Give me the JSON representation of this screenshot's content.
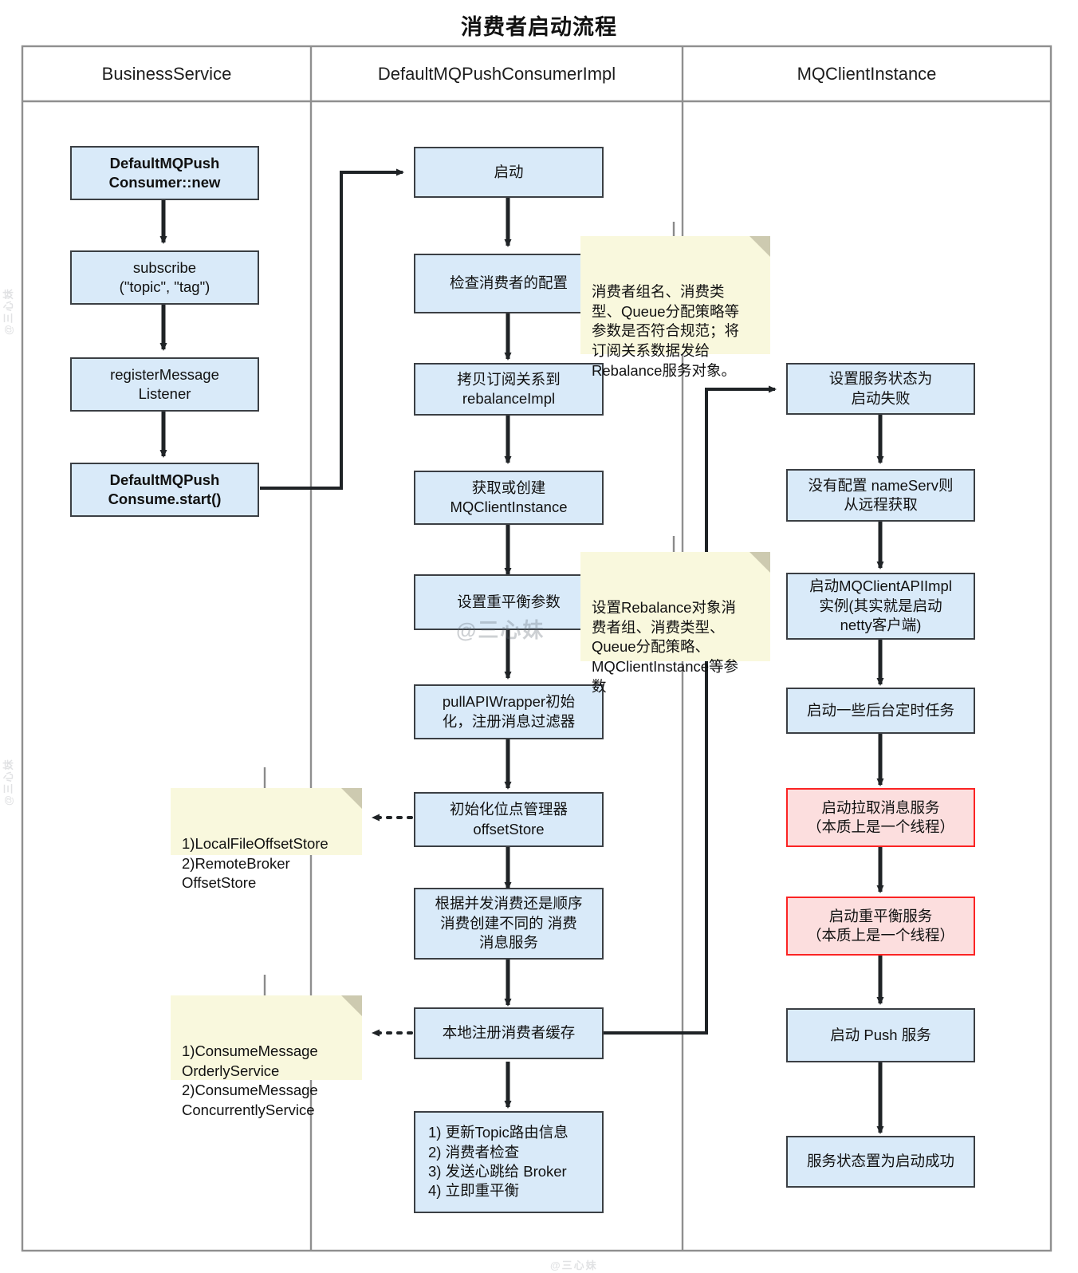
{
  "diagram": {
    "title": "消费者启动流程",
    "type": "swimlane-flowchart",
    "colors": {
      "node_fill": "#d9eaf9",
      "node_border": "#3b3f44",
      "highlight_fill": "#fcdede",
      "highlight_border": "#fb2424",
      "note_fill": "#f9f8dd",
      "note_fold": "#cdcab0",
      "lane_border": "#8f8f8f",
      "edge": "#1f2326"
    },
    "lanes": [
      {
        "id": "lane-business-service",
        "label": "BusinessService"
      },
      {
        "id": "lane-default-mq-push-consumer-impl",
        "label": "DefaultMQPushConsumerImpl"
      },
      {
        "id": "lane-mq-client-instance",
        "label": "MQClientInstance"
      }
    ],
    "nodes": [
      {
        "id": "n-consumer-new",
        "lane": 0,
        "style": "bold",
        "text": "DefaultMQPush\nConsumer::new"
      },
      {
        "id": "n-subscribe",
        "lane": 0,
        "style": "plain",
        "text": "subscribe\n(\"topic\", \"tag\")"
      },
      {
        "id": "n-register-listener",
        "lane": 0,
        "style": "plain",
        "text": "registerMessage\nListener"
      },
      {
        "id": "n-consume-start",
        "lane": 0,
        "style": "bold",
        "text": "DefaultMQPush\nConsume.start()"
      },
      {
        "id": "n-start",
        "lane": 1,
        "style": "plain",
        "text": "启动"
      },
      {
        "id": "n-check-config",
        "lane": 1,
        "style": "plain",
        "text": "检查消费者的配置"
      },
      {
        "id": "n-copy-subscription",
        "lane": 1,
        "style": "plain",
        "text": "拷贝订阅关系到\nrebalanceImpl"
      },
      {
        "id": "n-get-or-create-client",
        "lane": 1,
        "style": "plain",
        "text": "获取或创建\nMQClientInstance"
      },
      {
        "id": "n-set-rebalance-params",
        "lane": 1,
        "style": "plain",
        "text": "设置重平衡参数"
      },
      {
        "id": "n-pull-api-wrapper",
        "lane": 1,
        "style": "plain",
        "text": "pullAPIWrapper初始\n化，注册消息过滤器"
      },
      {
        "id": "n-init-offset-store",
        "lane": 1,
        "style": "plain",
        "text": "初始化位点管理器\noffsetStore"
      },
      {
        "id": "n-create-consume-svc",
        "lane": 1,
        "style": "plain",
        "text": "根据并发消费还是顺序\n消费创建不同的 消费\n消息服务"
      },
      {
        "id": "n-local-register-cache",
        "lane": 1,
        "style": "plain",
        "text": "本地注册消费者缓存"
      },
      {
        "id": "n-final-steps",
        "lane": 1,
        "style": "list",
        "text": "1) 更新Topic路由信息\n2) 消费者检查\n3) 发送心跳给 Broker\n4) 立即重平衡"
      },
      {
        "id": "n-set-start-failed",
        "lane": 2,
        "style": "plain",
        "text": "设置服务状态为\n启动失败"
      },
      {
        "id": "n-nameserv-remote",
        "lane": 2,
        "style": "plain",
        "text": "没有配置 nameServ则\n从远程获取"
      },
      {
        "id": "n-start-client-api",
        "lane": 2,
        "style": "plain",
        "text": "启动MQClientAPIImpl\n实例(其实就是启动\nnetty客户端)"
      },
      {
        "id": "n-start-scheduled",
        "lane": 2,
        "style": "plain",
        "text": "启动一些后台定时任务"
      },
      {
        "id": "n-start-pull-service",
        "lane": 2,
        "style": "highlight",
        "text": "启动拉取消息服务\n（本质上是一个线程）"
      },
      {
        "id": "n-start-rebalance-svc",
        "lane": 2,
        "style": "highlight",
        "text": "启动重平衡服务\n（本质上是一个线程）"
      },
      {
        "id": "n-start-push-service",
        "lane": 2,
        "style": "plain",
        "text": "启动 Push 服务"
      },
      {
        "id": "n-start-success",
        "lane": 2,
        "style": "plain",
        "text": "服务状态置为启动成功"
      }
    ],
    "notes": [
      {
        "id": "note-check-config",
        "attached_to": "n-check-config",
        "text": "消费者组名、消费类\n型、Queue分配策略等\n参数是否符合规范；将\n订阅关系数据发给\nRebalance服务对象。"
      },
      {
        "id": "note-rebalance",
        "attached_to": "n-set-rebalance-params",
        "text": "设置Rebalance对象消\n费者组、消费类型、\nQueue分配策略、\nMQClientInstance等参\n数"
      },
      {
        "id": "note-offset-store",
        "attached_to": "n-init-offset-store",
        "text": "1)LocalFileOffsetStore\n2)RemoteBroker\nOffsetStore"
      },
      {
        "id": "note-consume-service",
        "attached_to": "n-local-register-cache",
        "text": "1)ConsumeMessage\nOrderlyService\n2)ConsumeMessage\nConcurrentlyService"
      }
    ],
    "edges": [
      {
        "from": "n-consumer-new",
        "to": "n-subscribe",
        "kind": "solid"
      },
      {
        "from": "n-subscribe",
        "to": "n-register-listener",
        "kind": "solid"
      },
      {
        "from": "n-register-listener",
        "to": "n-consume-start",
        "kind": "solid"
      },
      {
        "from": "n-consume-start",
        "to": "n-start",
        "kind": "solid-elbow"
      },
      {
        "from": "n-start",
        "to": "n-check-config",
        "kind": "solid"
      },
      {
        "from": "n-check-config",
        "to": "n-copy-subscription",
        "kind": "solid"
      },
      {
        "from": "n-copy-subscription",
        "to": "n-get-or-create-client",
        "kind": "solid"
      },
      {
        "from": "n-get-or-create-client",
        "to": "n-set-rebalance-params",
        "kind": "solid"
      },
      {
        "from": "n-set-rebalance-params",
        "to": "n-pull-api-wrapper",
        "kind": "solid"
      },
      {
        "from": "n-pull-api-wrapper",
        "to": "n-init-offset-store",
        "kind": "solid"
      },
      {
        "from": "n-init-offset-store",
        "to": "note-offset-store",
        "kind": "dotted"
      },
      {
        "from": "n-init-offset-store",
        "to": "n-create-consume-svc",
        "kind": "solid"
      },
      {
        "from": "n-create-consume-svc",
        "to": "n-local-register-cache",
        "kind": "solid"
      },
      {
        "from": "n-local-register-cache",
        "to": "note-consume-service",
        "kind": "dotted"
      },
      {
        "from": "n-local-register-cache",
        "to": "n-final-steps",
        "kind": "solid"
      },
      {
        "from": "n-local-register-cache",
        "to": "n-set-start-failed",
        "kind": "solid-elbow"
      },
      {
        "from": "n-set-start-failed",
        "to": "n-nameserv-remote",
        "kind": "solid"
      },
      {
        "from": "n-nameserv-remote",
        "to": "n-start-client-api",
        "kind": "solid"
      },
      {
        "from": "n-start-client-api",
        "to": "n-start-scheduled",
        "kind": "solid"
      },
      {
        "from": "n-start-scheduled",
        "to": "n-start-pull-service",
        "kind": "solid"
      },
      {
        "from": "n-start-pull-service",
        "to": "n-start-rebalance-svc",
        "kind": "solid"
      },
      {
        "from": "n-start-rebalance-svc",
        "to": "n-start-push-service",
        "kind": "solid"
      },
      {
        "from": "n-start-push-service",
        "to": "n-start-success",
        "kind": "solid"
      }
    ],
    "watermark": "@三心妹"
  }
}
